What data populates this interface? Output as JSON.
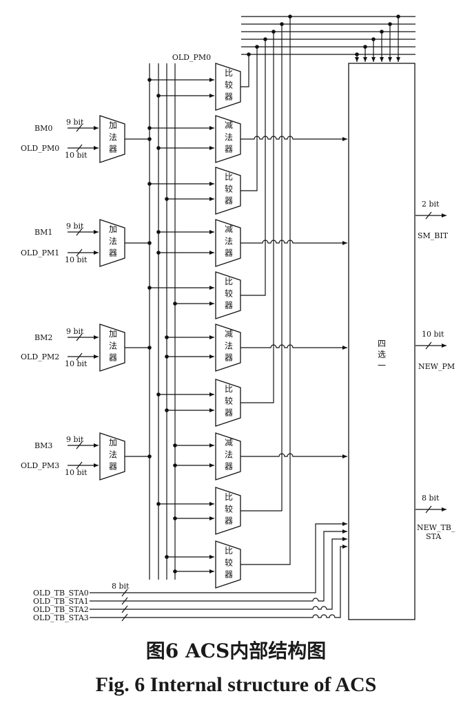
{
  "inputs": {
    "bm": [
      "BM0",
      "BM1",
      "BM2",
      "BM3"
    ],
    "old_pm": [
      "OLD_PM0",
      "OLD_PM1",
      "OLD_PM2",
      "OLD_PM3"
    ],
    "bm_width": "9 bit",
    "pm_width": "10 bit",
    "tb_sta": [
      "OLD_TB_STA0",
      "OLD_TB_STA1",
      "OLD_TB_STA2",
      "OLD_TB_STA3"
    ],
    "tb_width": "8 bit"
  },
  "bus_label": "OLD_PM0",
  "blocks": {
    "adder": [
      "加",
      "法",
      "器"
    ],
    "subtractor": [
      "减",
      "法",
      "器"
    ],
    "comparator": [
      "比",
      "较",
      "器"
    ],
    "mux": [
      "四",
      "选",
      "一"
    ]
  },
  "outputs": [
    {
      "name": "SM_BIT",
      "width": "2 bit"
    },
    {
      "name": "NEW_PM",
      "width": "10 bit"
    },
    {
      "name": "NEW_TB_STA",
      "width": "8 bit",
      "lines": [
        "NEW_TB_",
        "STA"
      ]
    }
  ],
  "caption": {
    "cn": "图6  ACS内部结构图",
    "en": "Fig. 6  Internal structure of ACS"
  }
}
